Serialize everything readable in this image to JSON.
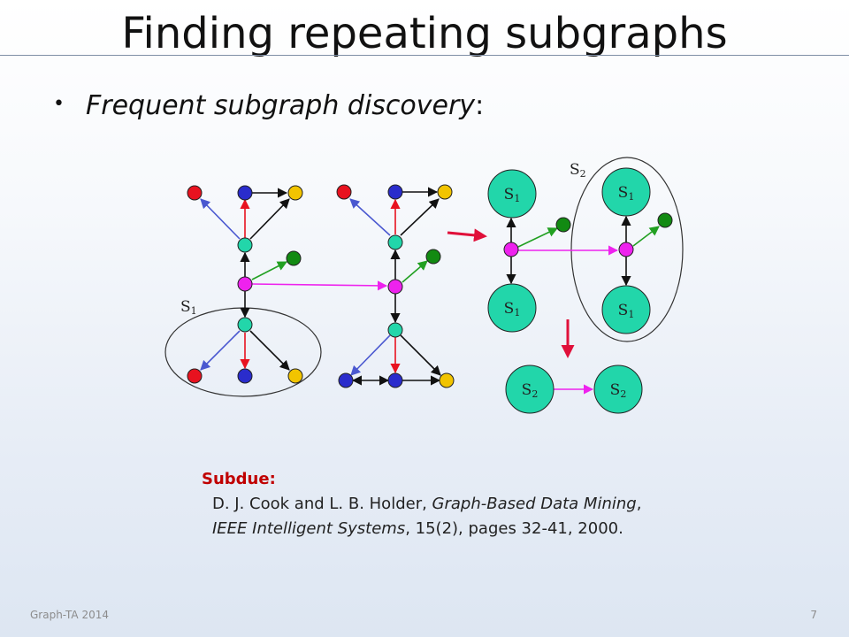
{
  "slide": {
    "title": "Finding repeating subgraphs",
    "bullet": {
      "text": "Frequent subgraph discovery",
      "suffix": ":"
    },
    "reference": {
      "label": "Subdue:",
      "authors": "D. J. Cook and L. B. Holder, ",
      "work_title": "Graph-Based Data Mining",
      "journal": "IEEE Intelligent Systems",
      "details": ", 15(2), pages 32-41, 2000."
    },
    "footer": {
      "left": "Graph-TA 2014",
      "page_number": "7"
    }
  },
  "diagram": {
    "labels": {
      "s1": "S",
      "s1_sub": "1",
      "s2": "S",
      "s2_sub": "2"
    },
    "colors": {
      "red": "#e8121f",
      "blue": "#2a2ccc",
      "yellow": "#f2c400",
      "teal": "#22d6aa",
      "green": "#128a12",
      "magenta": "#ee22ee",
      "edge_black": "#111111",
      "edge_red": "#e8121f",
      "edge_blue": "#4a58d0",
      "edge_green": "#22a022",
      "edge_magenta": "#ee22ee",
      "arrow_crimson": "#e0103a"
    }
  }
}
